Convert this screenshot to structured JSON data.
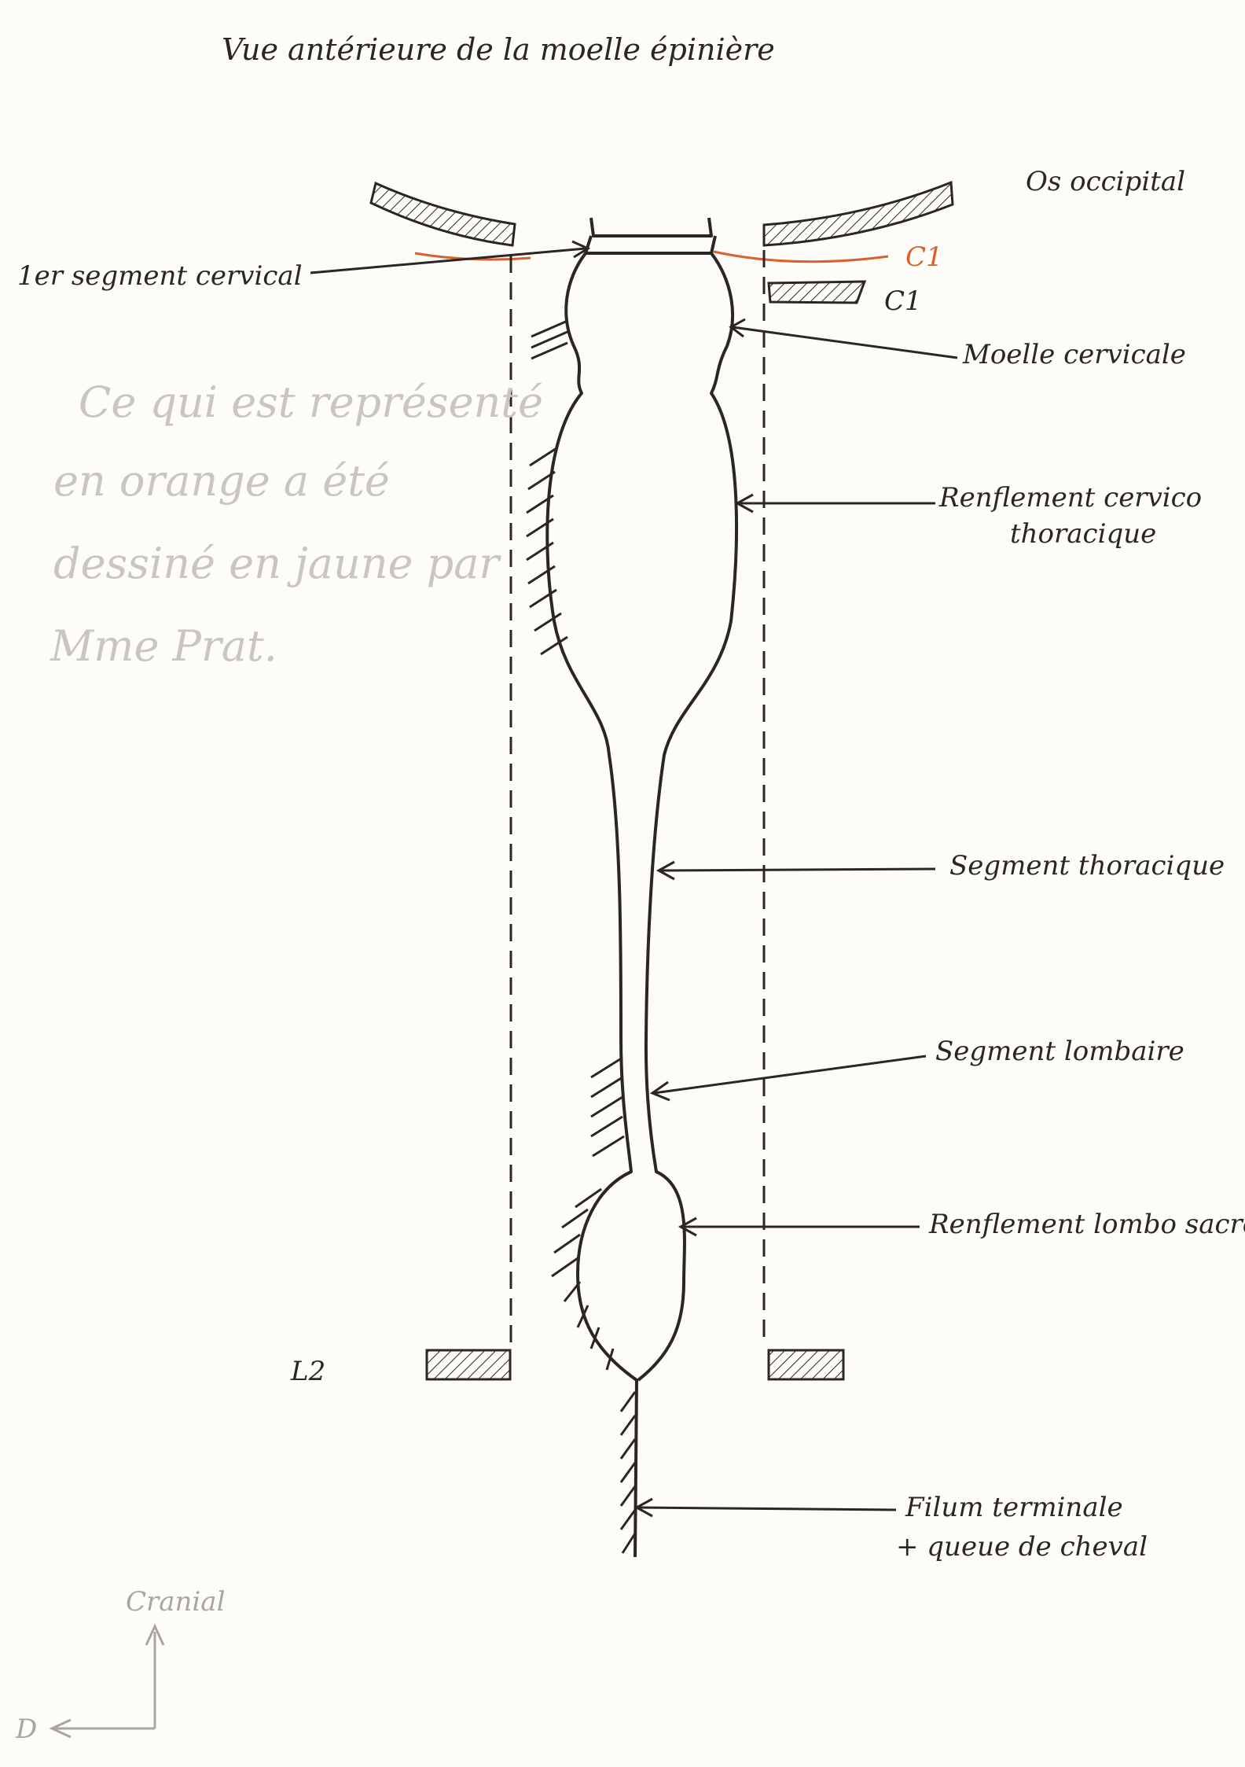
{
  "title": "Vue antérieure de la moelle épinière",
  "labels": {
    "os_occipital": "Os occipital",
    "c1_orange": "C1",
    "c1_black": "C1",
    "premier_segment_cervical": "1er segment cervical",
    "moelle_cervicale": "Moelle cervicale",
    "renflement_cervico_line1": "Renflement cervico",
    "renflement_cervico_line2": "thoracique",
    "segment_thoracique": "Segment thoracique",
    "segment_lombaire": "Segment lombaire",
    "renflement_lombo_sacre": "Renflement lombo sacré",
    "filum_line1": "Filum terminale",
    "filum_line2": "+ queue de cheval",
    "l2": "L2"
  },
  "note": {
    "line1": "Ce qui est représenté",
    "line2": "en orange a été",
    "line3": "dessiné en jaune par",
    "line4": "Mme Prat."
  },
  "axis": {
    "cranial": "Cranial",
    "d": "D"
  },
  "colors": {
    "ink": "#2a2624",
    "orange": "#d8612c",
    "pencil": "#c9c6c1",
    "paper": "#fdfcf8"
  }
}
